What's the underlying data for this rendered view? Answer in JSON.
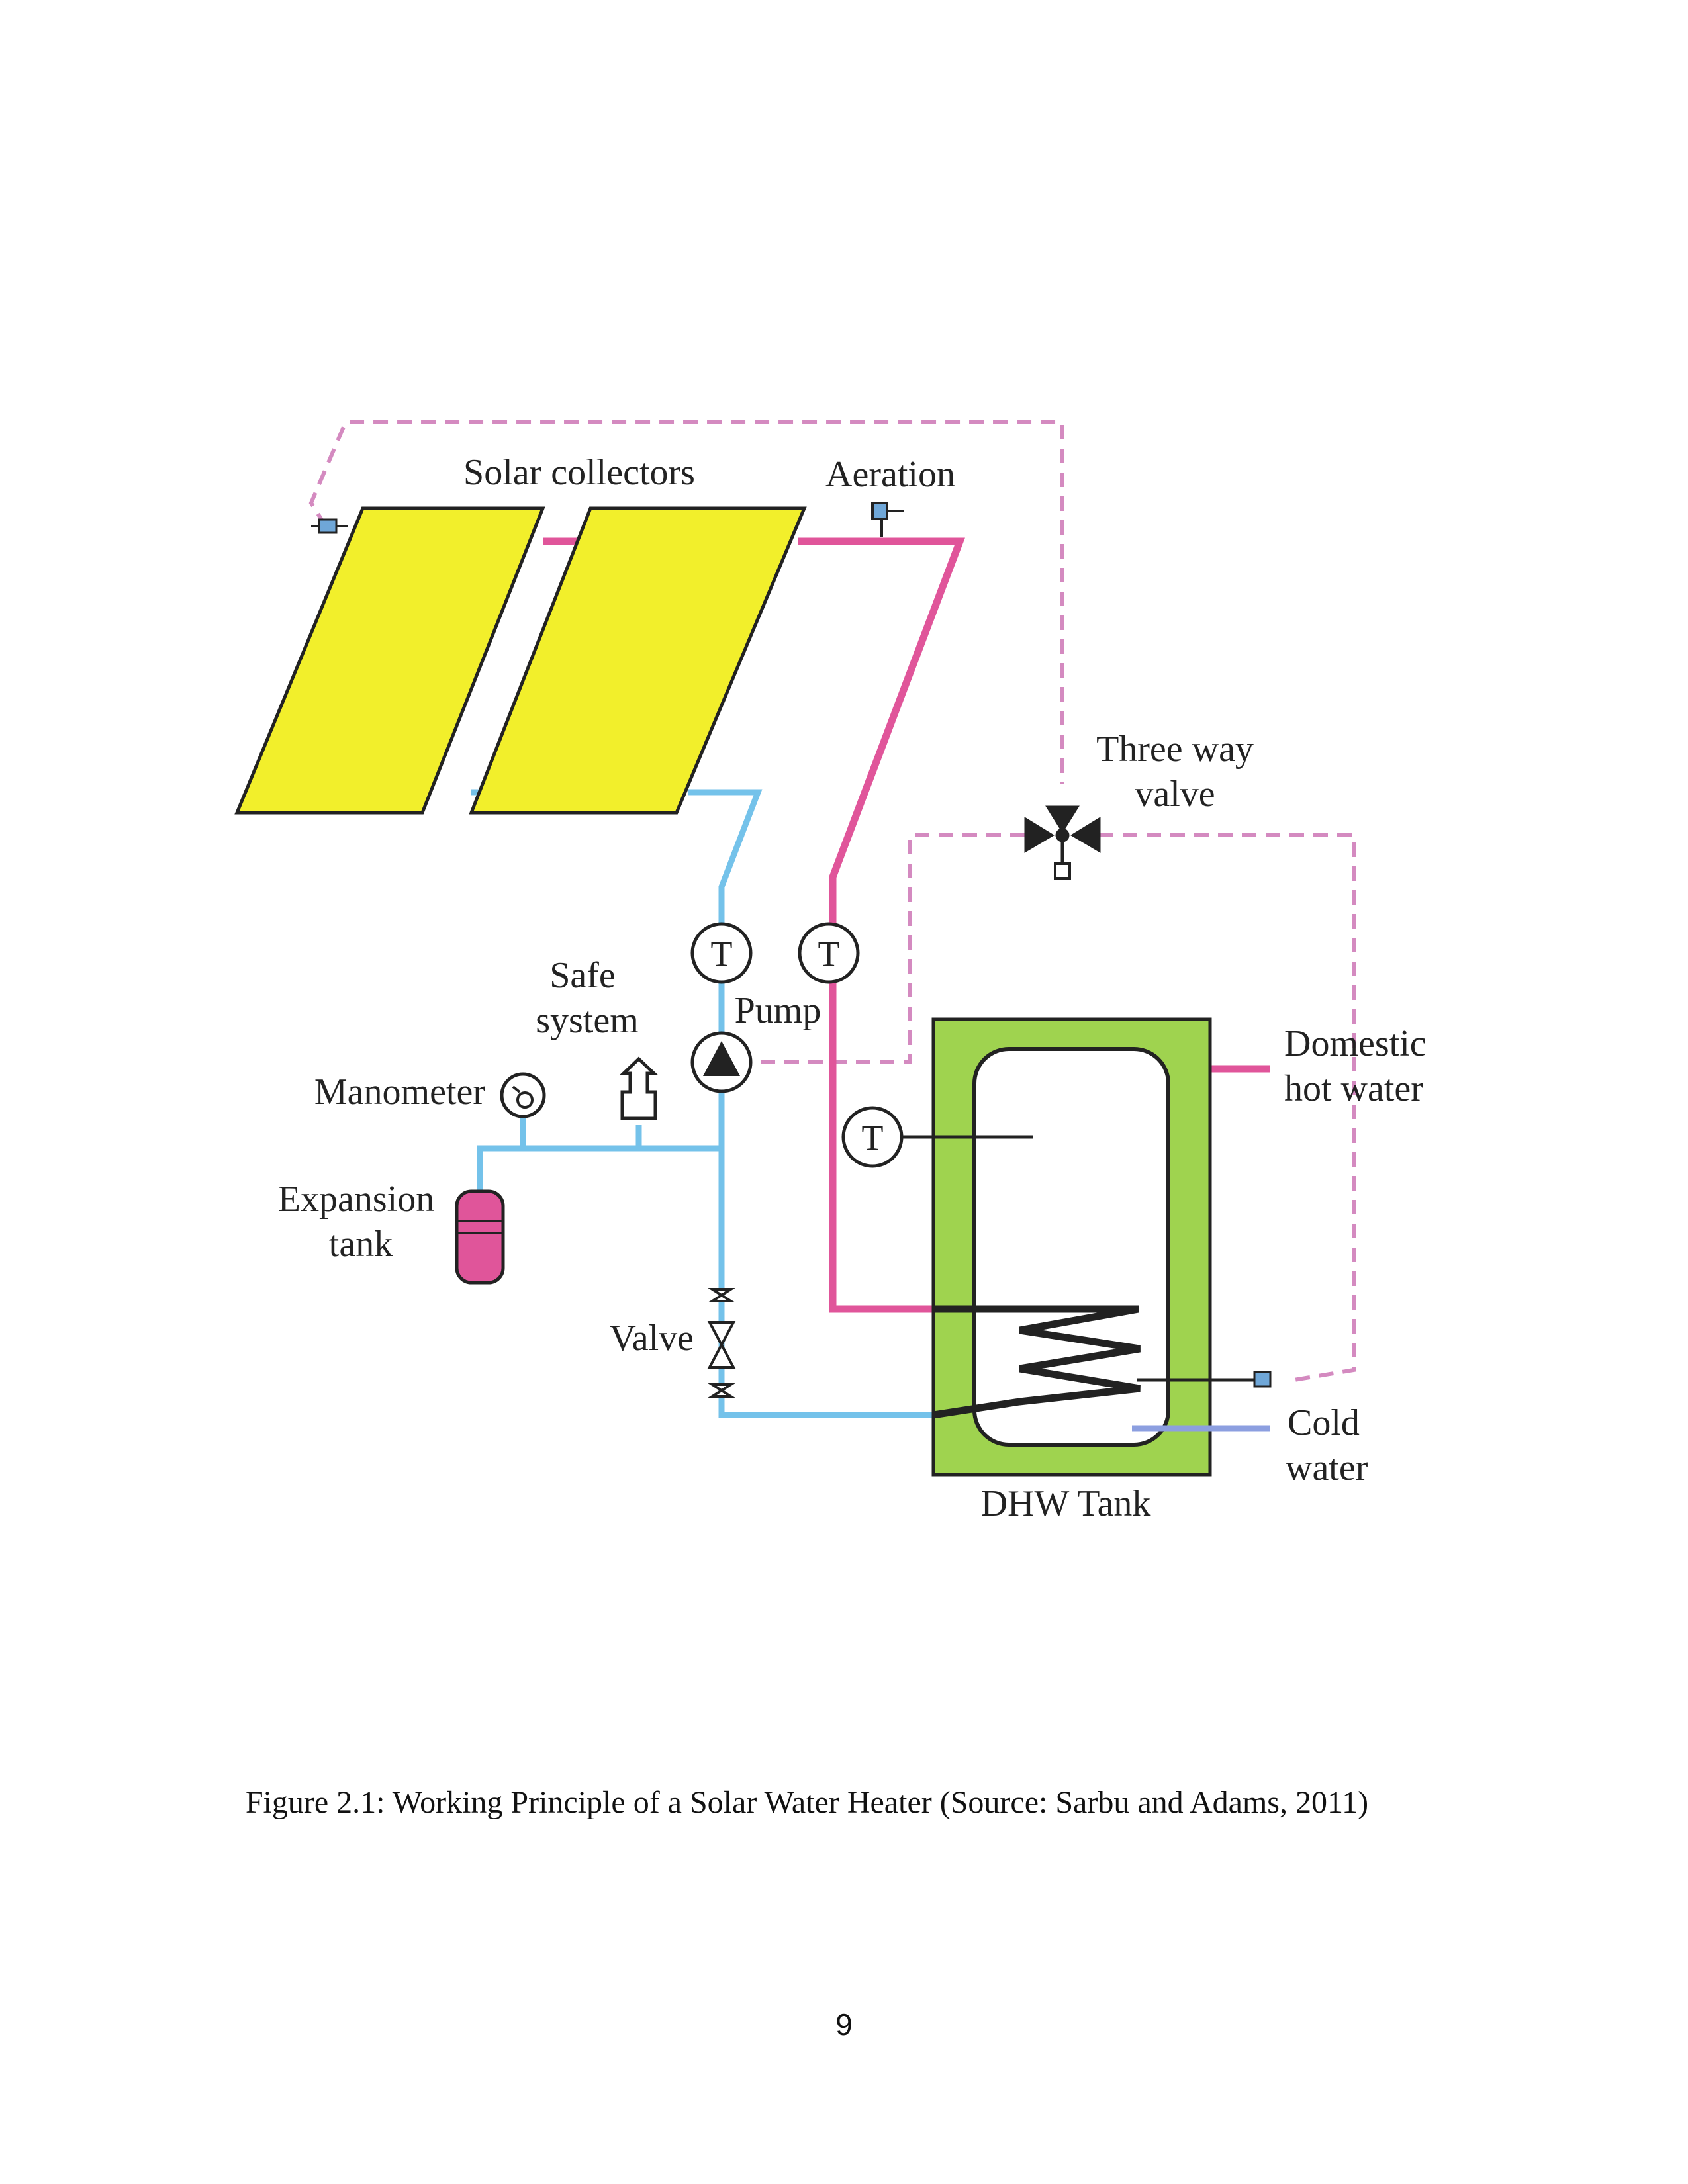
{
  "diagram": {
    "labels": {
      "solar_collectors": "Solar collectors",
      "aeration": "Aeration",
      "three_way_valve_line1": "Three way",
      "three_way_valve_line2": "valve",
      "safe_system_line1": "Safe",
      "safe_system_line2": "system",
      "pump": "Pump",
      "manometer": "Manometer",
      "expansion_tank_line1": "Expansion",
      "expansion_tank_line2": "tank",
      "valve": "Valve",
      "domestic_hot_water_line1": "Domestic",
      "domestic_hot_water_line2": "hot water",
      "cold_water_line1": "Cold",
      "cold_water_line2": "water",
      "dhw_tank": "DHW Tank"
    },
    "sensor_symbol": "T",
    "colors": {
      "hot_pipe": "#e0559a",
      "cold_pipe": "#74c2ea",
      "control_line": "#d48ac0",
      "collector_fill": "#f2ef2b",
      "tank_insulation": "#9fd34f",
      "expansion_tank": "#e0559a",
      "cold_water_inlet": "#8c9fe0"
    }
  },
  "caption": "Figure 2.1: Working Principle of a Solar Water Heater (Source: Sarbu and Adams, 2011)",
  "page_number": "9"
}
